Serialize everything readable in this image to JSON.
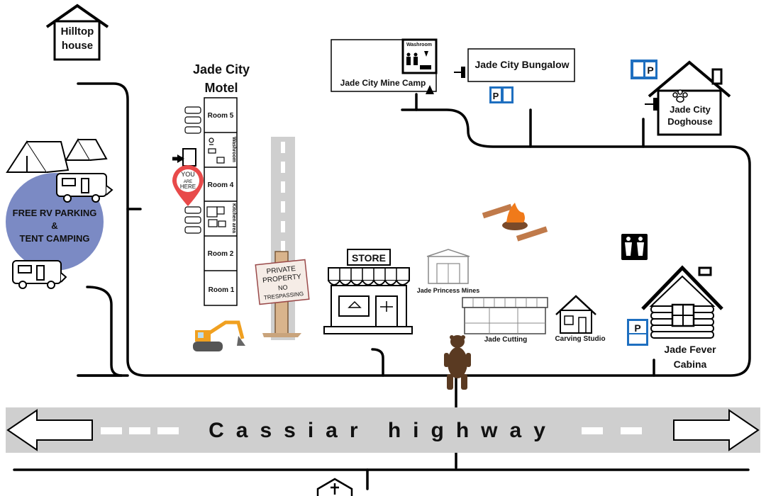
{
  "places": {
    "hilltop_house": [
      "Hilltop",
      "house"
    ],
    "motel_title": [
      "Jade City",
      "Motel"
    ],
    "mine_camp": "Jade City Mine Camp",
    "washroom": "Washroom",
    "bungalow": "Jade City Bungalow",
    "doghouse": [
      "Jade City",
      "Doghouse"
    ],
    "rv_parking": [
      "FREE RV PARKING",
      "&",
      "TENT CAMPING"
    ],
    "store": "STORE",
    "princess_mines": "Jade Princess Mines",
    "jade_cutting": "Jade Cutting",
    "carving_studio": "Carving Studio",
    "fever_cabina": [
      "Jade Fever",
      "Cabina"
    ],
    "highway": "Cassiar highway"
  },
  "motel_rooms": [
    "Room 5",
    "Washroom",
    "Room 4",
    "Kitchen area",
    "Room 2",
    "Room 1"
  ],
  "you_are_here": [
    "YOU",
    "ARE",
    "HERE"
  ],
  "sign": [
    "PRIVATE",
    "PROPERTY",
    "NO",
    "TRESPASSING"
  ],
  "parking_label": "P",
  "colors": {
    "road": "#cfcfcf",
    "rv_circle": "#7b8ac4",
    "parking": "#1e6fc0",
    "pin": "#e84a4a",
    "fire": "#f07a1a",
    "wood": "#c07a4a",
    "bear": "#5a3a22",
    "excavator": "#f0a020"
  }
}
